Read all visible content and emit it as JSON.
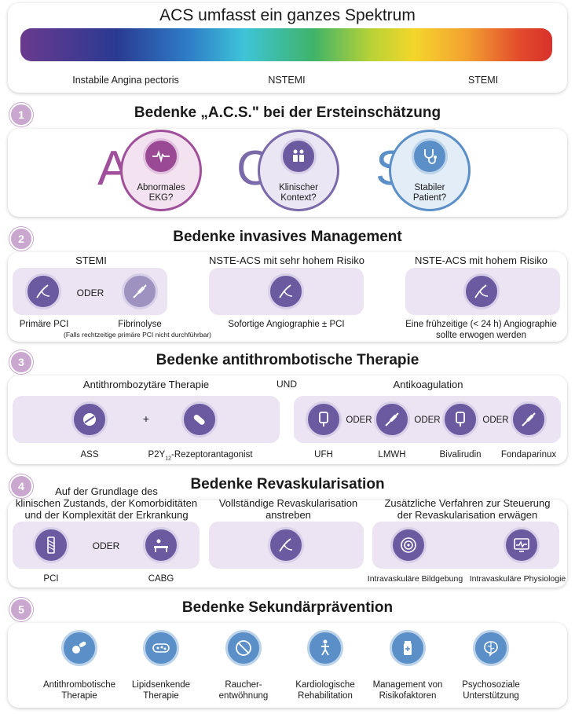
{
  "spectrum": {
    "title": "ACS umfasst ein ganzes Spektrum",
    "labels": [
      "Instabile Angina pectoris",
      "NSTEMI",
      "STEMI"
    ]
  },
  "s1": {
    "num": "1",
    "title": "Bedenke „A.C.S.\" bei der Ersteinschätzung",
    "items": [
      {
        "letter": "A",
        "line1": "Abnormales",
        "line2": "EKG?"
      },
      {
        "letter": "C",
        "line1": "Klinischer",
        "line2": "Kontext?"
      },
      {
        "letter": "S",
        "line1": "Stabiler",
        "line2": "Patient?"
      }
    ]
  },
  "s2": {
    "num": "2",
    "title": "Bedenke invasives Management",
    "headers": [
      "STEMI",
      "NSTE-ACS mit sehr hohem Risiko",
      "NSTE-ACS mit hohem Risiko"
    ],
    "oder": "ODER",
    "pci": "Primäre PCI",
    "fibrinolyse": "Fibrinolyse",
    "fibrinolyse_note": "(Falls rechtzeitige primäre PCI nicht durchführbar)",
    "sofortige": "Sofortige Angiographie ± PCI",
    "fruehzeitig1": "Eine frühzeitige (< 24 h) Angiographie",
    "fruehzeitig2": "sollte erwogen werden"
  },
  "s3": {
    "num": "3",
    "title": "Bedenke antithrombotische Therapie",
    "left_header": "Antithrombozytäre Therapie",
    "und": "UND",
    "right_header": "Antikoagulation",
    "plus": "+",
    "ass": "ASS",
    "p2y_a": "P2Y",
    "p2y_sub": "12",
    "p2y_b": "-Rezeptorantagonist",
    "oder": "ODER",
    "anticoag": [
      "UFH",
      "LMWH",
      "Bivalirudin",
      "Fondaparinux"
    ]
  },
  "s4": {
    "num": "4",
    "title": "Bedenke  Revaskularisation",
    "col1": [
      "Auf der Grundlage des",
      "klinischen Zustands, der Komorbiditäten",
      "und der Komplexität der Erkrankung"
    ],
    "col2": [
      "Vollständige Revaskularisation",
      "anstreben"
    ],
    "col3": [
      "Zusätzliche Verfahren zur Steuerung",
      "der Revaskularisation erwägen"
    ],
    "oder": "ODER",
    "pci": "PCI",
    "cabg": "CABG",
    "bildgebung": "Intravaskuläre Bildgebung",
    "physiologie": "Intravaskuläre Physiologie"
  },
  "s5": {
    "num": "5",
    "title": "Bedenke Sekundärprävention",
    "items": [
      {
        "l1": "Antithrombotische",
        "l2": "Therapie"
      },
      {
        "l1": "Lipidsenkende",
        "l2": "Therapie"
      },
      {
        "l1": "Raucher-",
        "l2": "entwöhnung"
      },
      {
        "l1": "Kardiologische",
        "l2": "Rehabilitation"
      },
      {
        "l1": "Management von",
        "l2": "Risikofaktoren"
      },
      {
        "l1": "Psychosoziale",
        "l2": "Unterstützung"
      }
    ]
  }
}
